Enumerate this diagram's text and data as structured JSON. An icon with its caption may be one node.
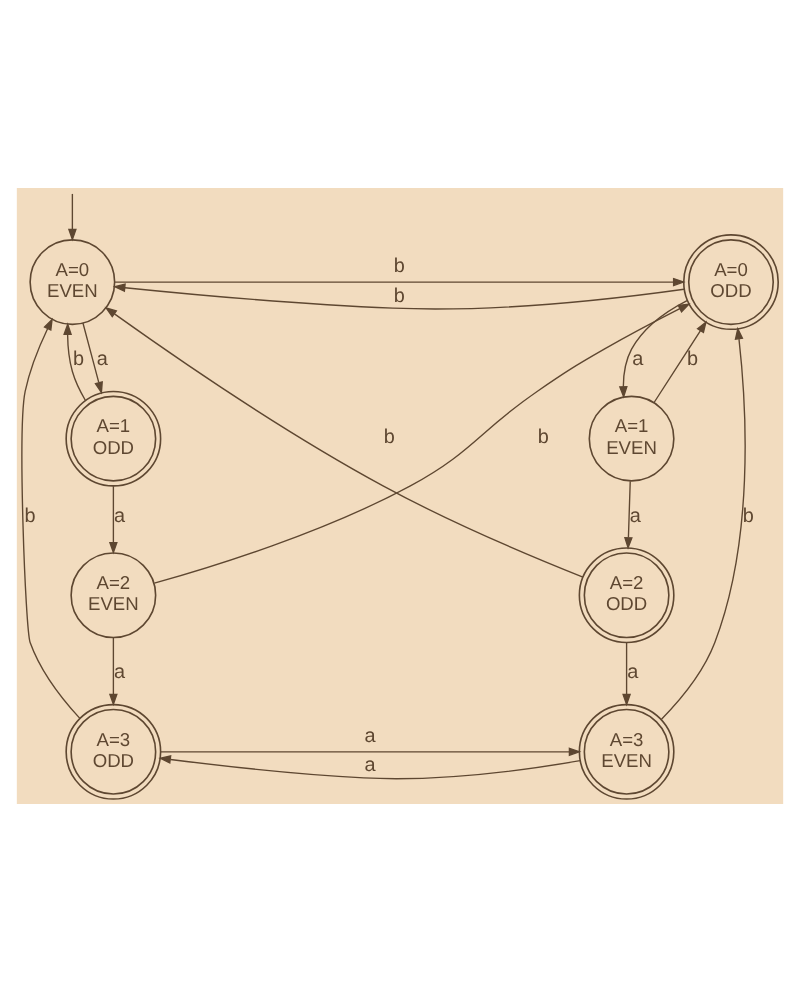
{
  "diagram": {
    "nodes": [
      {
        "text": [
          "A=0",
          "EVEN"
        ]
      },
      {
        "text": [
          "A=0",
          "ODD"
        ]
      },
      {
        "text": [
          "A=1",
          "ODD"
        ]
      },
      {
        "text": [
          "A=1",
          "EVEN"
        ]
      },
      {
        "text": [
          "A=2",
          "EVEN"
        ]
      },
      {
        "text": [
          "A=2",
          "ODD"
        ]
      },
      {
        "text": [
          "A=3",
          "ODD"
        ]
      },
      {
        "text": [
          "A=3",
          "EVEN"
        ]
      }
    ],
    "edges": [
      {
        "from": null,
        "to": 0,
        "arrow": "to"
      },
      {
        "from": 0,
        "to": 1,
        "label": "b",
        "arrow": "to"
      },
      {
        "from": 1,
        "to": 0,
        "label": "b",
        "arrow": "to"
      },
      {
        "from": 2,
        "to": 0,
        "label": "b",
        "arrow": "to"
      },
      {
        "from": 0,
        "to": 2,
        "label": "a",
        "arrow": "to"
      },
      {
        "from": 1,
        "to": 3,
        "label": "a",
        "arrow": "to"
      },
      {
        "from": 3,
        "to": 1,
        "label": "b",
        "arrow": "to"
      },
      {
        "from": 2,
        "to": 4,
        "label": "a",
        "arrow": "to"
      },
      {
        "from": 4,
        "to": 1,
        "label": "b",
        "arrow": "to"
      },
      {
        "from": 5,
        "to": 0,
        "label": "b",
        "arrow": "to"
      },
      {
        "from": 3,
        "to": 5,
        "label": "a",
        "arrow": "to"
      },
      {
        "from": 6,
        "to": 0,
        "label": "b",
        "arrow": "to"
      },
      {
        "from": 4,
        "to": 6,
        "label": "a",
        "arrow": "to"
      },
      {
        "from": 5,
        "to": 7,
        "label": "a",
        "arrow": "to"
      },
      {
        "from": 7,
        "to": 1,
        "label": "b",
        "arrow": "to"
      },
      {
        "from": 6,
        "to": 7,
        "label": "a",
        "arrow": "to"
      },
      {
        "from": 7,
        "to": 6,
        "label": "a",
        "arrow": "to"
      }
    ]
  }
}
